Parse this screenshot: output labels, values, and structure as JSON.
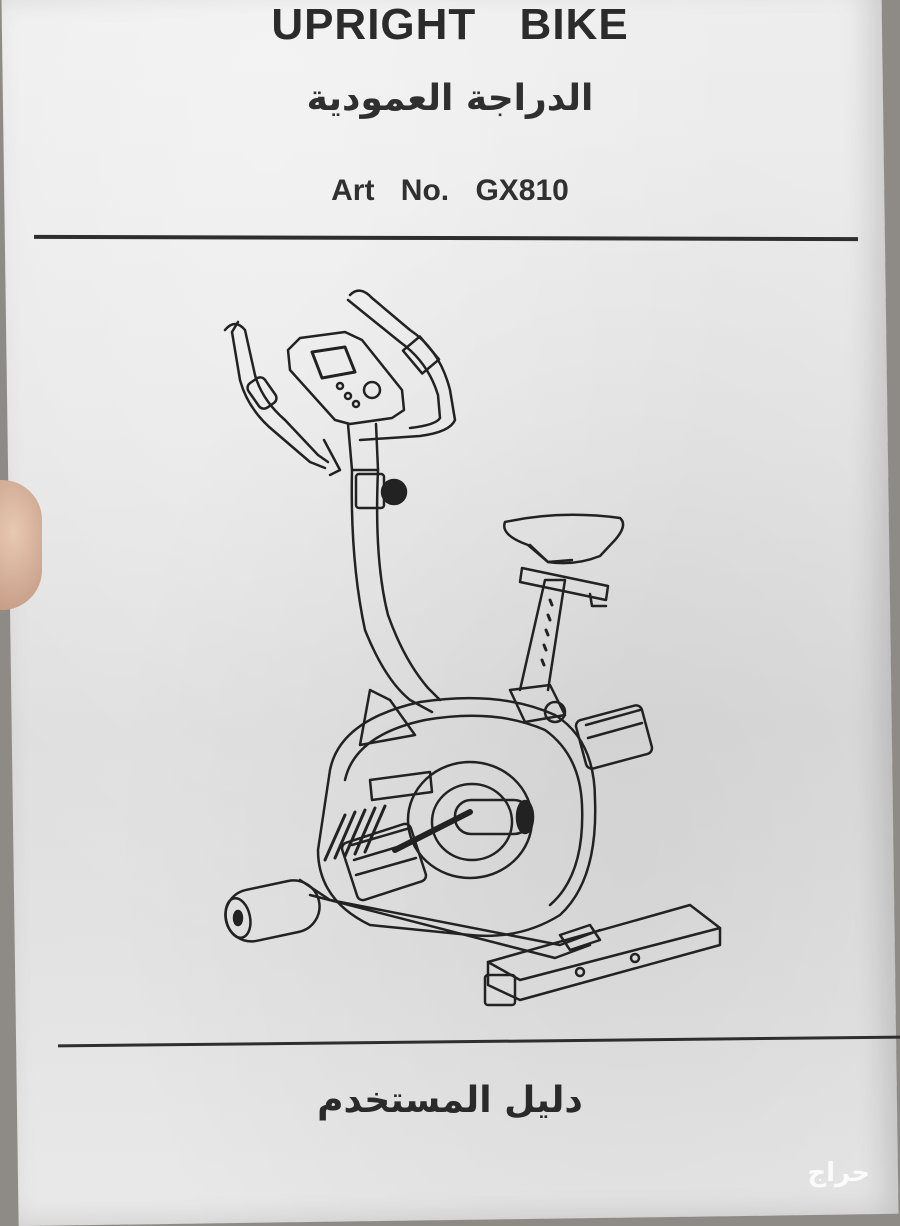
{
  "document": {
    "title": "UPRIGHT BIKE",
    "title_ar": "الدراجة العمودية",
    "art_no": "Art No. GX810",
    "footer_ar": "دليل المستخدم",
    "watermark": "حراج"
  },
  "illustration": {
    "subject": "upright-exercise-bike-icon"
  }
}
